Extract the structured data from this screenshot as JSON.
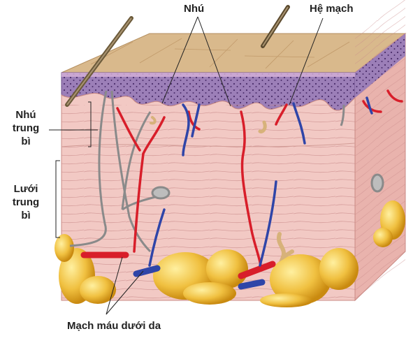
{
  "labels": {
    "papilla": "Nhú",
    "vascular_system": "Hệ mạch",
    "papillary_dermis": [
      "Nhú",
      "trung",
      "bì"
    ],
    "reticular_dermis": [
      "Lưới",
      "trung",
      "bì"
    ],
    "subcutaneous_vessels": "Mạch máu dưới da"
  },
  "colors": {
    "epidermis_top": "#d9b98c",
    "epidermis_purple": "#9c7fb8",
    "dermis": "#f2c9c4",
    "fat": "#f0c040",
    "artery": "#d81e2a",
    "vein": "#2f45a8",
    "nerve": "#8a8a8a"
  }
}
